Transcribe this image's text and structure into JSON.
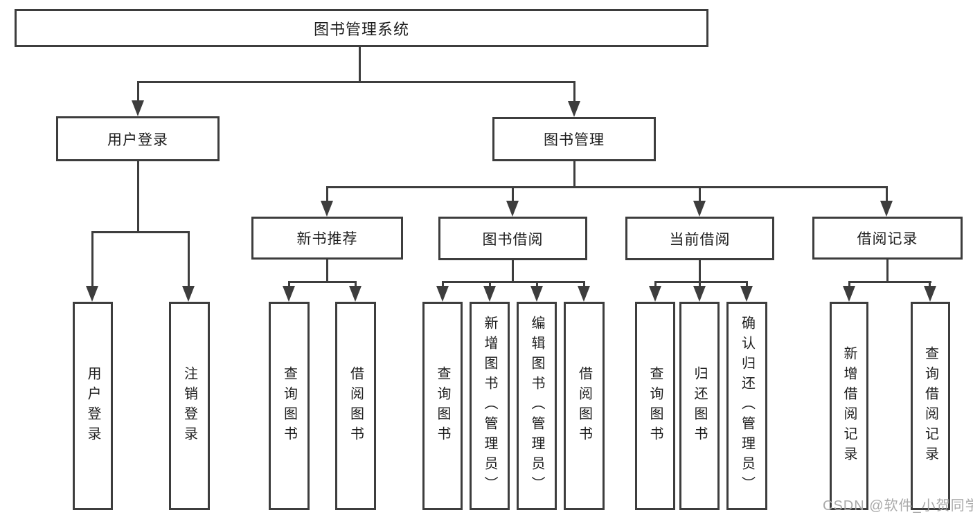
{
  "colors": {
    "line": "#3d3d3d",
    "text": "#1d1d1d",
    "background": "#ffffff",
    "watermark": "#a5a5a5"
  },
  "tree": {
    "root": {
      "label": "图书管理系统"
    },
    "branches": [
      {
        "label": "用户登录",
        "children": [
          {
            "label": "用户登录"
          },
          {
            "label": "注销登录"
          }
        ]
      },
      {
        "label": "图书管理",
        "children": [
          {
            "label": "新书推荐",
            "children": [
              {
                "label": "查询图书"
              },
              {
                "label": "借阅图书"
              }
            ]
          },
          {
            "label": "图书借阅",
            "children": [
              {
                "label": "查询图书"
              },
              {
                "label": "新增图书（管理员）"
              },
              {
                "label": "编辑图书（管理员）"
              },
              {
                "label": "借阅图书"
              }
            ]
          },
          {
            "label": "当前借阅",
            "children": [
              {
                "label": "查询图书"
              },
              {
                "label": "归还图书"
              },
              {
                "label": "确认归还（管理员）"
              }
            ]
          },
          {
            "label": "借阅记录",
            "children": [
              {
                "label": "新增借阅记录"
              },
              {
                "label": "查询借阅记录"
              }
            ]
          }
        ]
      }
    ]
  },
  "watermark": {
    "text": "CSDN @软件_小贺同学"
  }
}
